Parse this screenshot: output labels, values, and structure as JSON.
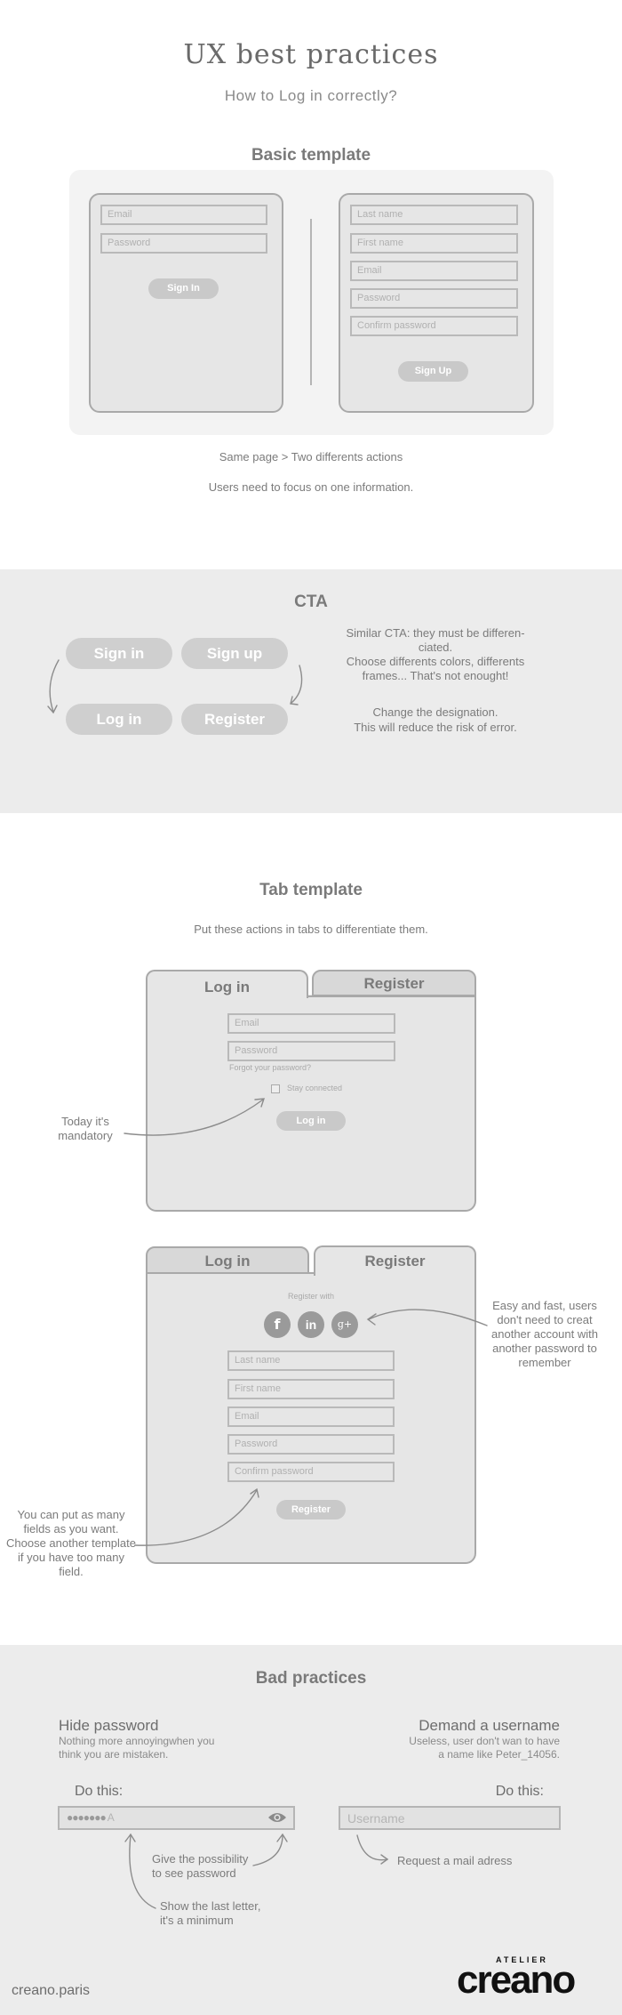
{
  "header": {
    "title": "UX best practices",
    "subtitle": "How to Log in correctly?"
  },
  "basic": {
    "heading": "Basic template",
    "login": {
      "email": "Email",
      "password": "Password",
      "button": "Sign In"
    },
    "signup": {
      "last_name": "Last name",
      "first_name": "First name",
      "email": "Email",
      "password": "Password",
      "confirm": "Confirm password",
      "button": "Sign Up"
    },
    "caption1": "Same page > Two differents actions",
    "caption2": "Users need to focus on one information."
  },
  "cta": {
    "heading": "CTA",
    "sign_in": "Sign in",
    "sign_up": "Sign up",
    "log_in": "Log in",
    "register": "Register",
    "note1_l1": "Similar CTA: they must be differen-",
    "note1_l2": "ciated.",
    "note1_l3": "Choose differents colors, differents",
    "note1_l4": "frames... That's not enought!",
    "note2_l1": "Change the designation.",
    "note2_l2": "This will reduce the risk of error."
  },
  "tabs": {
    "heading": "Tab template",
    "subheading": "Put these actions in tabs to differentiate them.",
    "login_card": {
      "tab_login": "Log in",
      "tab_register": "Register",
      "email": "Email",
      "password": "Password",
      "forgot": "Forgot your password?",
      "stay": "Stay connected",
      "button": "Log in",
      "annotation_l1": "Today it's",
      "annotation_l2": "mandatory"
    },
    "register_card": {
      "tab_login": "Log in",
      "tab_register": "Register",
      "register_with": "Register with",
      "facebook": "f",
      "linkedin": "in",
      "google": "g+",
      "last_name": "Last name",
      "first_name": "First name",
      "email": "Email",
      "password": "Password",
      "confirm": "Confirm password",
      "button": "Register",
      "right_l1": "Easy and fast, users",
      "right_l2": "don't need to creat",
      "right_l3": "another account with",
      "right_l4": "another password to",
      "right_l5": "remember",
      "left_l1": "You can put as many",
      "left_l2": "fields as you want.",
      "left_l3": "Choose another template",
      "left_l4": "if you have too many",
      "left_l5": "field."
    }
  },
  "bad": {
    "heading": "Bad practices",
    "hide_title": "Hide password",
    "hide_l1": "Nothing more annoyingwhen you",
    "hide_l2": "think you are mistaken.",
    "do_this_left": "Do this:",
    "password_dots": "●●●●●●●",
    "password_last": "A",
    "eye_note_l1": "Give the possibility",
    "eye_note_l2": "to see password",
    "last_note_l1": "Show the last letter,",
    "last_note_l2": "it's a minimum",
    "user_title": "Demand a username",
    "user_l1": "Useless, user don't wan to have",
    "user_l2": "a name like Peter_14056.",
    "do_this_right": "Do this:",
    "username_placeholder": "Username",
    "mail_note": "Request a mail adress"
  },
  "footer": {
    "site": "creano.paris",
    "logo_small": "ATELIER",
    "logo_big": "creano"
  }
}
